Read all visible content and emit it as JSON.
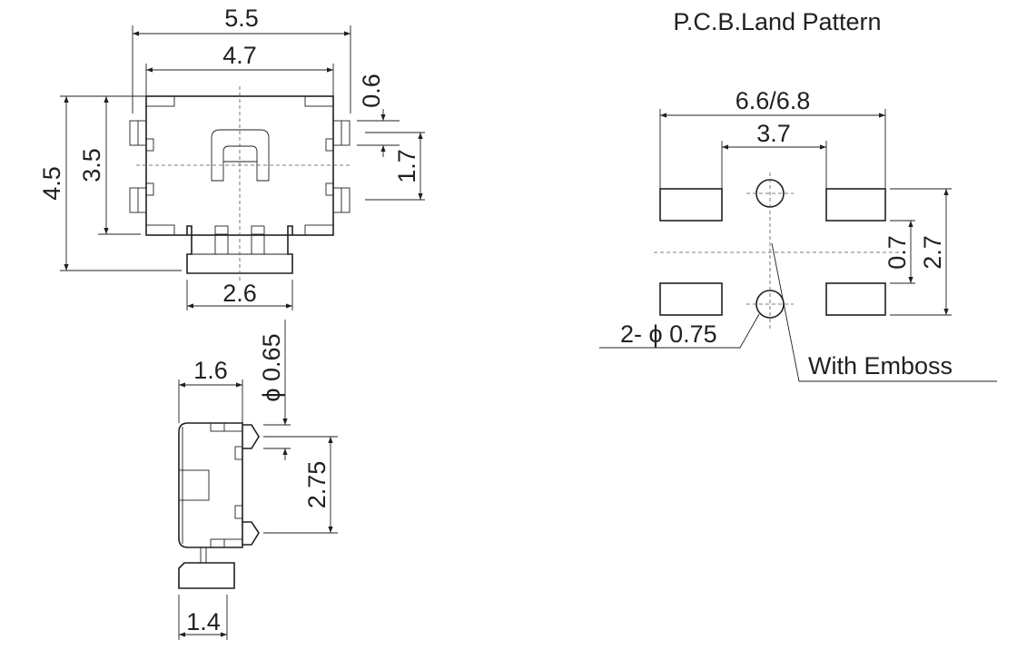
{
  "top_view": {
    "overall_width": "5.5",
    "body_width": "4.7",
    "overall_height": "4.5",
    "body_height": "3.5",
    "terminal_width": "0.6",
    "terminal_pitch": "1.7",
    "actuator_width": "2.6"
  },
  "side_view": {
    "body_depth": "1.6",
    "boss_diameter": "ϕ 0.65",
    "boss_pitch": "2.75",
    "actuator_depth": "1.4"
  },
  "land_pattern": {
    "title": "P.C.B.Land Pattern",
    "outer_width": "6.6/6.8",
    "inner_width": "3.7",
    "pad_gap": "0.7",
    "pad_span": "2.7",
    "hole_label": "2- ϕ 0.75",
    "emboss_label": "With Emboss"
  }
}
